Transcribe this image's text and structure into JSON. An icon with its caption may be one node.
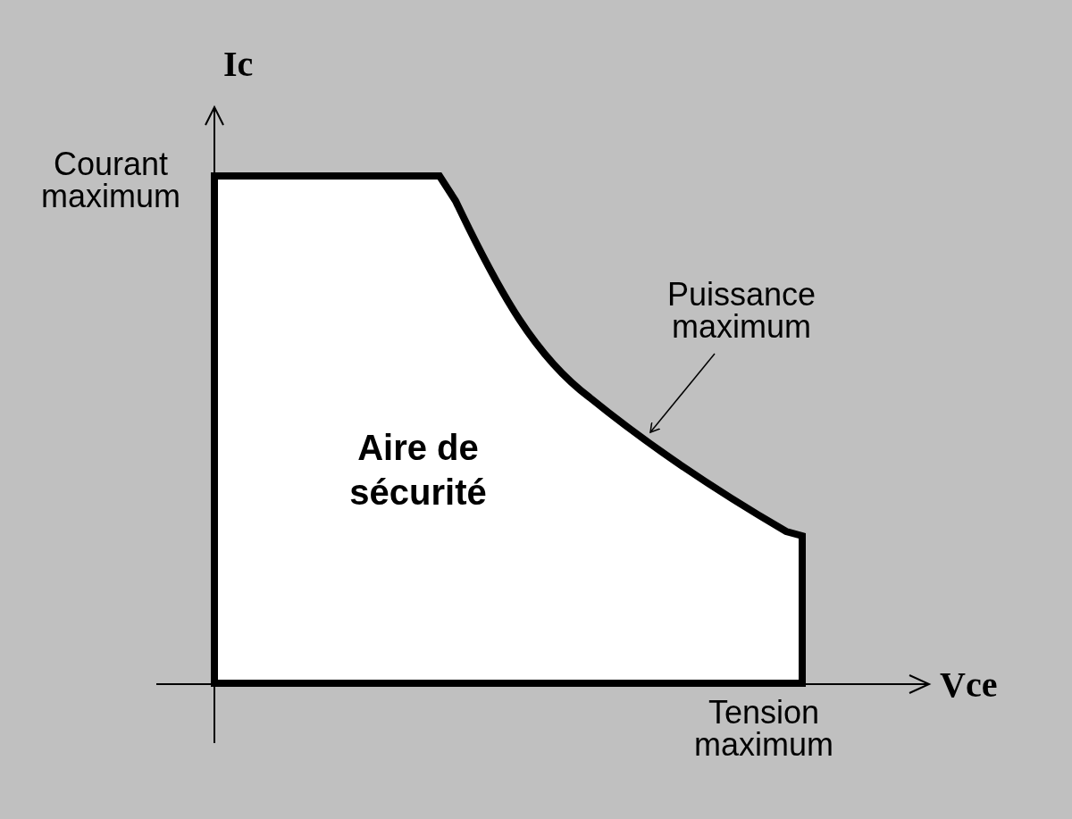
{
  "diagram": {
    "nodes": [
      {
        "text": [
          "Aire de sécurité"
        ]
      },
      {
        "text": [
          "Puissance maximum"
        ]
      }
    ],
    "edges": [
      {
        "from": 1,
        "to": 0,
        "arrow": "to"
      }
    ],
    "labels": [
      "Ic",
      "Courant maximum",
      "Vce",
      "Tension maximum"
    ]
  }
}
